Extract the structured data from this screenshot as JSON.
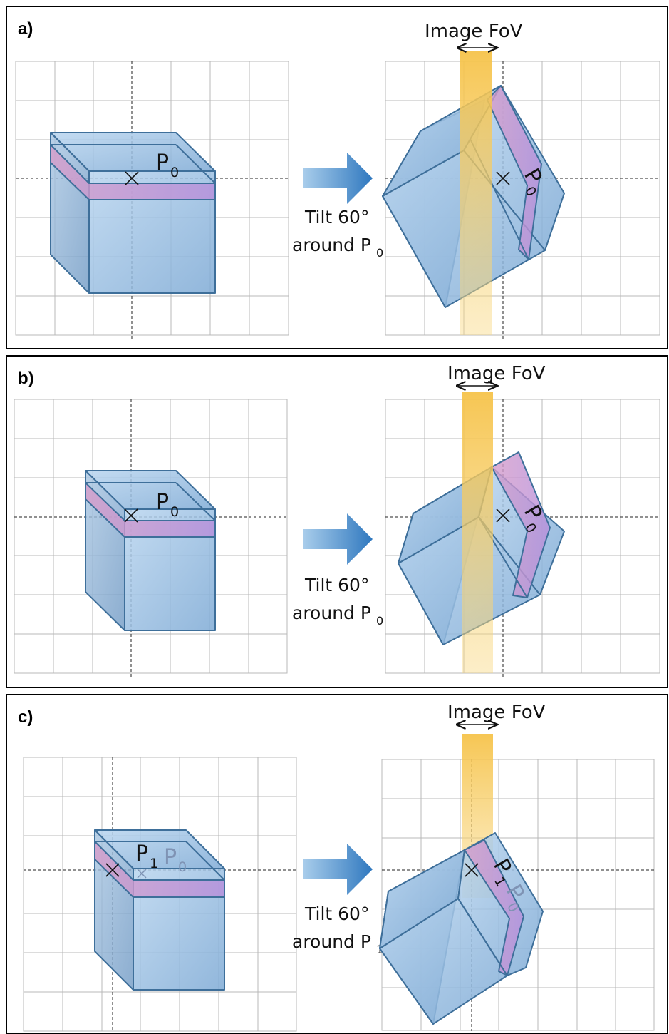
{
  "colors": {
    "cube_fill": "#9ec3e6",
    "cube_edge": "#3e6f9a",
    "layer_fill": "#c6a0d8",
    "fov_fill": "#f6c34a",
    "arrow_fill": "#3f86c5"
  },
  "panels": [
    {
      "label": "a)",
      "fov_title": "Image FoV",
      "tilt_line1": "Tilt 60°",
      "tilt_line2": "around P",
      "tilt_sub": "0",
      "point_main": "P",
      "point_main_sub": "0"
    },
    {
      "label": "b)",
      "fov_title": "Image FoV",
      "tilt_line1": "Tilt 60°",
      "tilt_line2": "around P",
      "tilt_sub": "0",
      "point_main": "P",
      "point_main_sub": "0"
    },
    {
      "label": "c)",
      "fov_title": "Image FoV",
      "tilt_line1": "Tilt 60°",
      "tilt_line2": "around P",
      "tilt_sub": "1",
      "point_main": "P",
      "point_main_sub": "1",
      "point_ghost": "P",
      "point_ghost_sub": "0"
    }
  ]
}
